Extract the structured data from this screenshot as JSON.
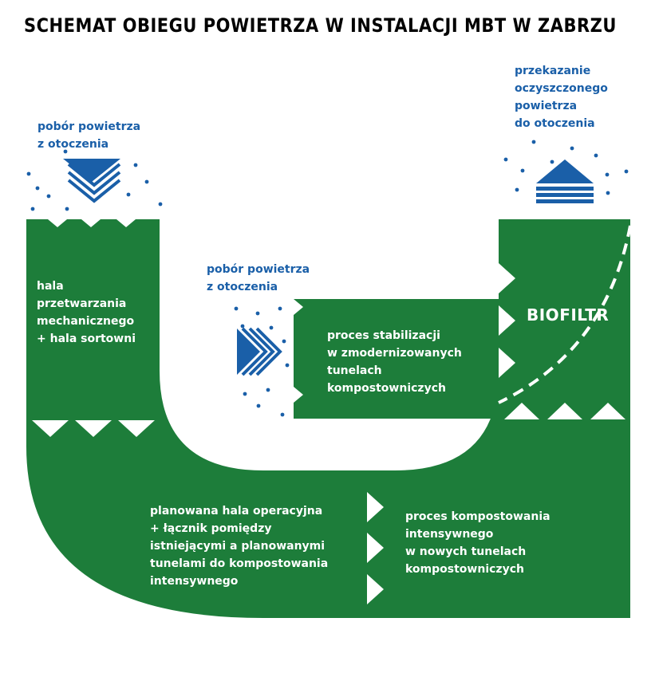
{
  "title": "SCHEMAT OBIEGU POWIETRZA W INSTALACJI MBT W ZABRZU",
  "colors": {
    "green": "#1d7d3a",
    "blue": "#1a5fa8",
    "white": "#ffffff"
  },
  "labels": {
    "intake_left": [
      "pobór powietrza",
      "z otoczenia"
    ],
    "intake_middle": [
      "pobór powietrza",
      "z otoczenia"
    ],
    "output_right": [
      "przekazanie",
      "oczyszczonego",
      "powietrza",
      "do otoczenia"
    ],
    "hall_mechanical": [
      "hala",
      "przetwarzania",
      "mechanicznego",
      "+ hala sortowni"
    ],
    "stabilization": [
      "proces stabilizacji",
      "w zmodernizowanych",
      "tunelach",
      "kompostowniczych"
    ],
    "biofilter": "BIOFILTR",
    "operational_hall": [
      "planowana hala operacyjna",
      "+ łącznik pomiędzy",
      "istniejącymi a planowanymi",
      "tunelami do kompostowania",
      "intensywnego"
    ],
    "intensive_composting": [
      "proces kompostowania",
      "intensywnego",
      "w nowych tunelach",
      "kompostowniczych"
    ]
  }
}
